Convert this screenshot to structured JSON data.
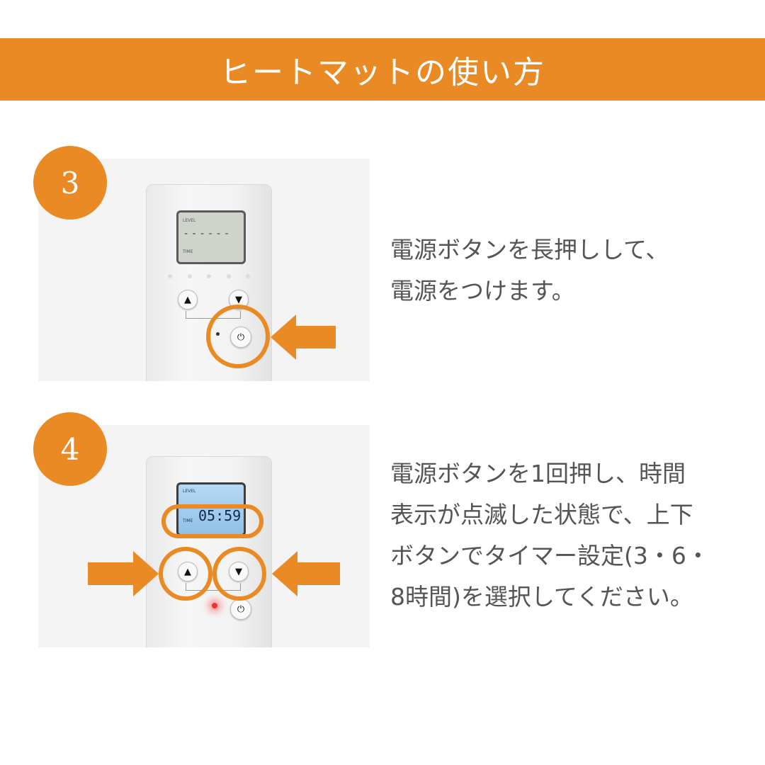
{
  "header": {
    "title": "ヒートマットの使い方",
    "color": "#E98A25"
  },
  "accent_color": "#E98A25",
  "steps": [
    {
      "number": "3",
      "text": "電源ボタンを長押しして、\n電源をつけます。",
      "device": {
        "lcd_top": "LEVEL",
        "lcd_mid": "- - - - - -",
        "lcd_bottom": "TIME"
      }
    },
    {
      "number": "4",
      "text": "電源ボタンを1回押し、時間\n表示が点滅した状態で、上下\nボタンでタイマー設定(3・6・\n8時間)を選択してください。",
      "device": {
        "lcd_top": "LEVEL",
        "lcd_time_label": "TIME",
        "lcd_time": "05:59"
      }
    }
  ],
  "icons": [
    "arrow-left-icon",
    "arrow-right-icon",
    "power-icon",
    "up-triangle-icon",
    "down-triangle-icon"
  ]
}
